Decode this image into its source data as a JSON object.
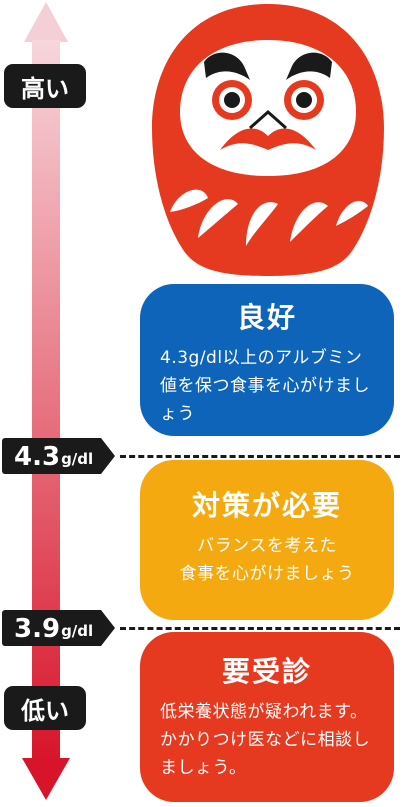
{
  "scale": {
    "high_label": "高い",
    "low_label": "低い",
    "colors": {
      "top": "#f7d6dc",
      "bottom": "#d8142a"
    }
  },
  "markers": [
    {
      "value": "4.3",
      "unit": "g/dl"
    },
    {
      "value": "3.9",
      "unit": "g/dl"
    }
  ],
  "cards": {
    "good": {
      "title": "良好",
      "text": "4.3g/dl以上のアルブミン値を保つ食事を心がけましょう",
      "color": "#0e64b8"
    },
    "need": {
      "title": "対策が必要",
      "text_line1": "バランスを考えた",
      "text_line2": "食事を心がけましょう",
      "color": "#f3a90f"
    },
    "exam": {
      "title": "要受診",
      "text": "低栄養状態が疑われます。かかりつけ医などに相談しましょう。",
      "color": "#e63a20"
    }
  },
  "mascot": {
    "icon": "daruma-icon",
    "color": "#e63a20"
  }
}
